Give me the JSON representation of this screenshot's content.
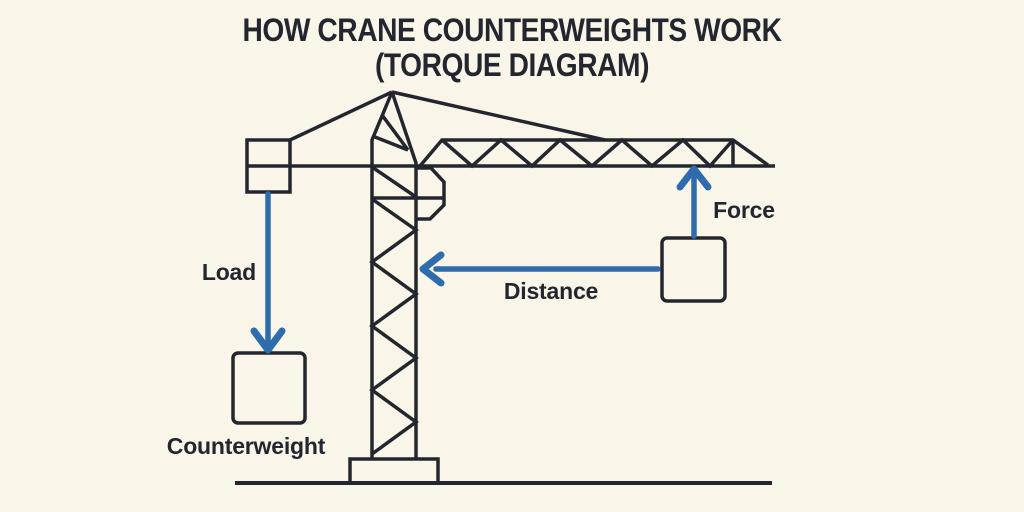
{
  "title": {
    "line1": "HOW CRANE COUNTERWEIGHTS WORK",
    "line2": "(TORQUE DIAGRAM)"
  },
  "labels": {
    "load": "Load",
    "counterweight": "Counterweight",
    "distance": "Distance",
    "force": "Force"
  },
  "arrows": [
    {
      "name": "load-arrow",
      "direction": "down",
      "label": "Load"
    },
    {
      "name": "distance-arrow",
      "direction": "left",
      "label": "Distance"
    },
    {
      "name": "force-arrow",
      "direction": "up",
      "label": "Force"
    }
  ],
  "colors": {
    "background": "#faf5e9",
    "ink": "#23262e",
    "accent": "#2e6cae"
  }
}
